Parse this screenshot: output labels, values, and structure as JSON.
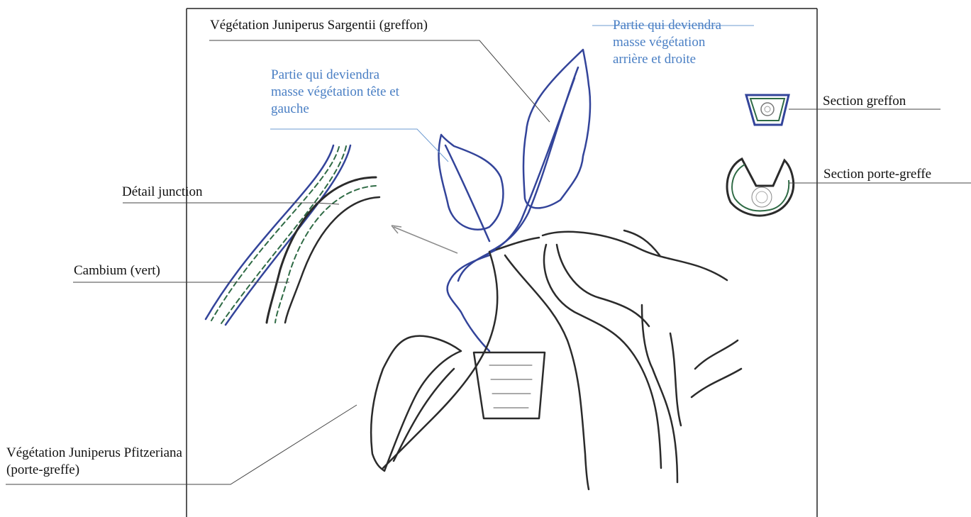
{
  "colors": {
    "frame": "#222222",
    "ink": "#2b2b2b",
    "graft_blue": "#33449a",
    "cambium_green": "#2f6b45",
    "label_blue": "#4a7fc4",
    "label_dark": "#111111",
    "leader": "#444444",
    "blue_leader": "#6e9bd1"
  },
  "labels": {
    "sargentii": "Végétation Juniperus Sargentii (greffon)",
    "top_right_part": [
      "Partie qui deviendra",
      "masse végétation",
      "arrière et droite"
    ],
    "top_left_part": [
      "Partie qui deviendra",
      "masse végétation tête  et",
      "gauche"
    ],
    "section_graft": "Section greffon",
    "section_rootstock": "Section porte-greffe",
    "junction_detail": "Détail junction",
    "cambium": "Cambium (vert)",
    "pfitzeriana": [
      "Végétation Juniperus Pfitzeriana",
      "(porte-greffe)"
    ]
  }
}
